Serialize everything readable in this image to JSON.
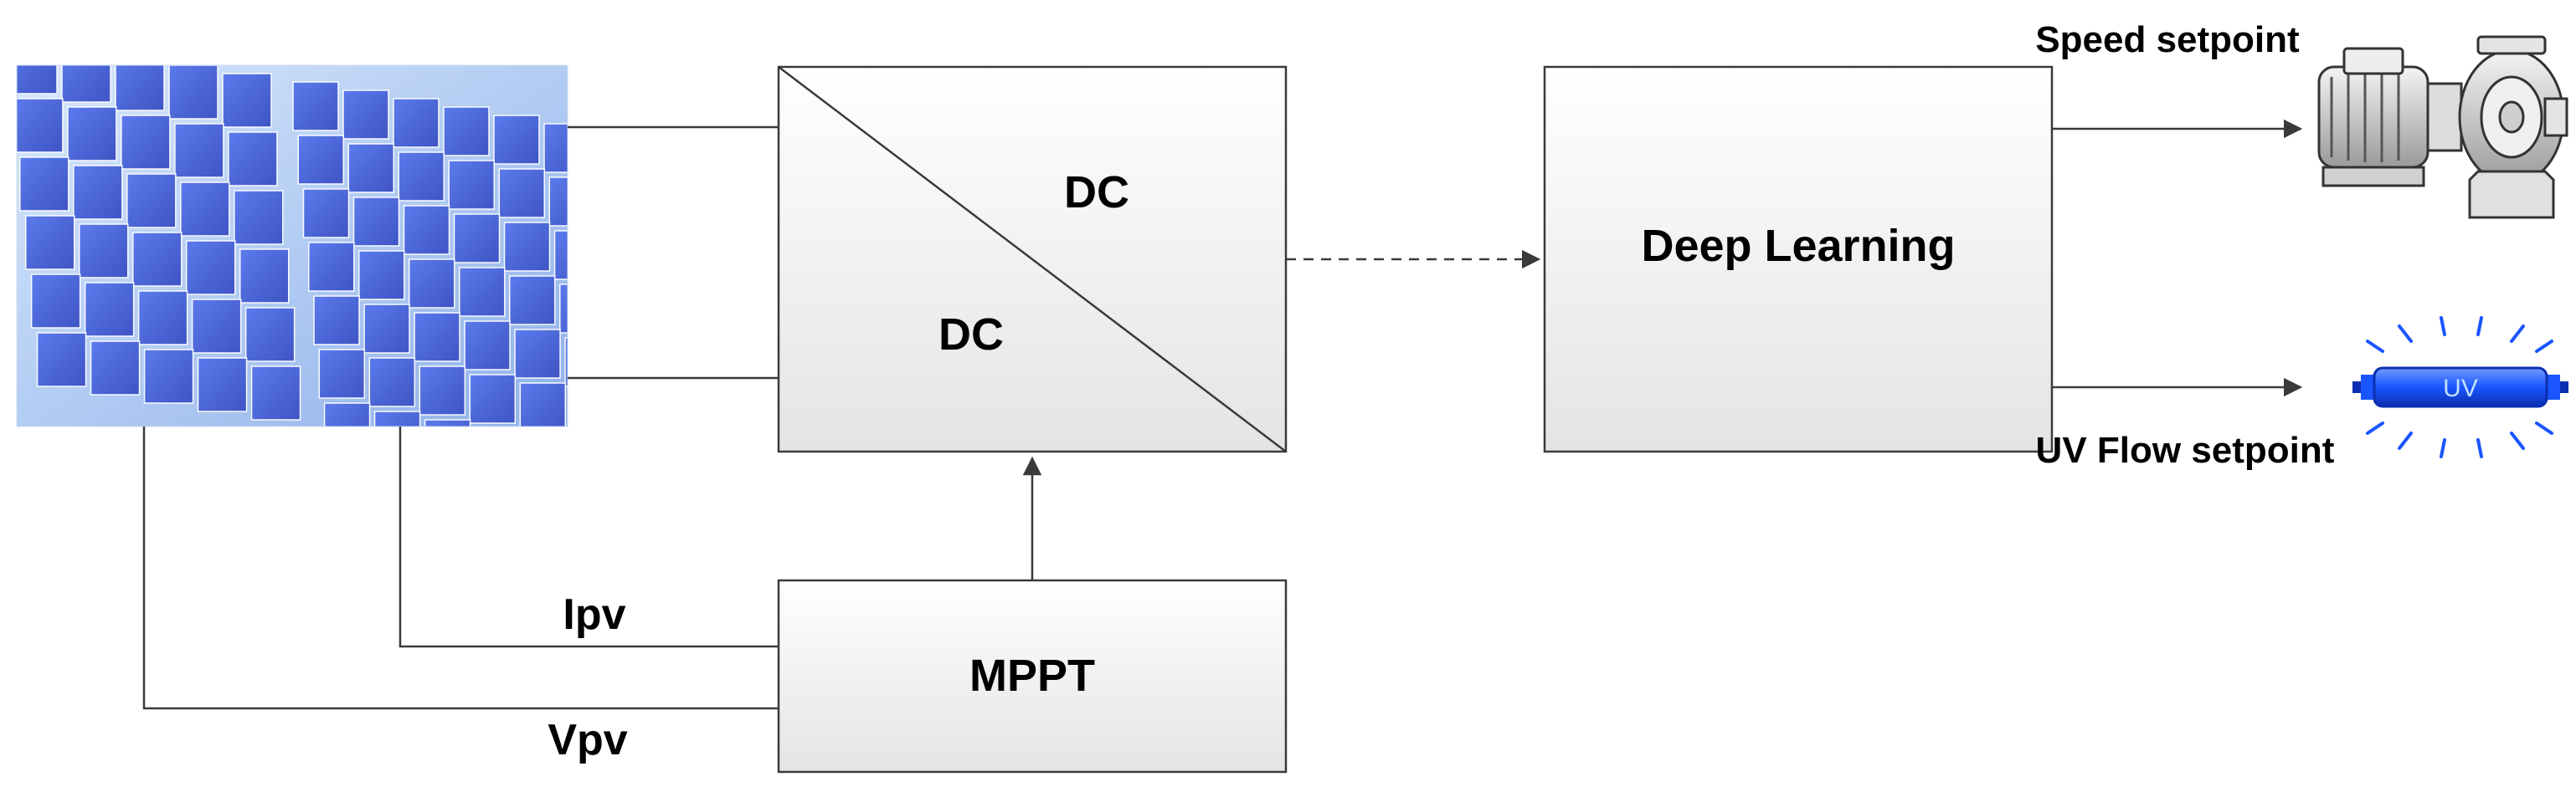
{
  "blocks": {
    "converter_top_label": "DC",
    "converter_bottom_label": "DC",
    "deep_learning_label": "Deep Learning",
    "mppt_label": "MPPT"
  },
  "signals": {
    "current_label": "Ipv",
    "voltage_label": "Vpv",
    "speed_label": "Speed setpoint",
    "uv_flow_label": "UV Flow setpoint"
  },
  "lamp": {
    "text": "UV"
  },
  "icons": {
    "panel": "solar-panel-icon",
    "pump": "pump-motor-icon",
    "lamp": "uv-lamp-icon"
  },
  "colors": {
    "panel_cell": "#2f4fd6",
    "panel_sky": "#b9d4f5",
    "uv_lamp": "#1a55ff",
    "box_fill_top": "#ffffff",
    "box_fill_bottom": "#e6e6e6",
    "line": "#3a3a3a"
  }
}
